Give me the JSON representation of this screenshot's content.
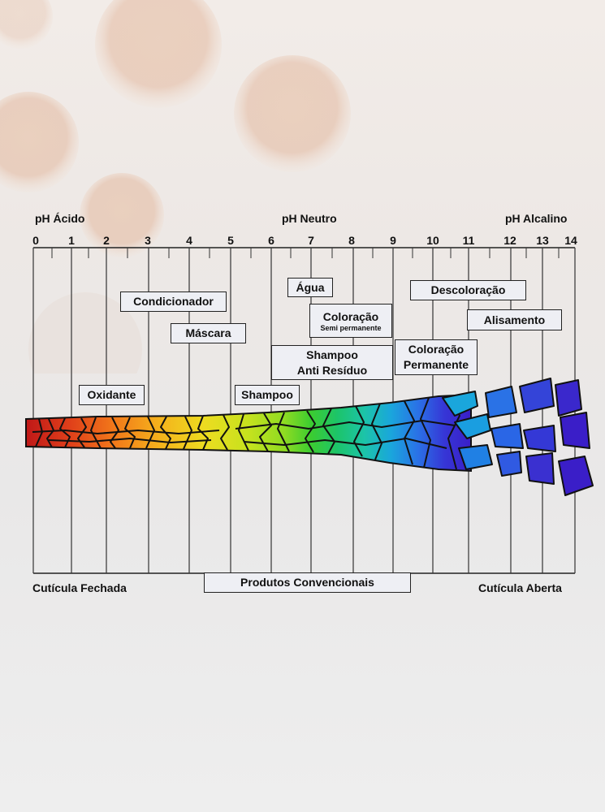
{
  "header": {
    "acid": "pH Ácido",
    "neutral": "pH Neutro",
    "alkaline": "pH Alcalino"
  },
  "scale": {
    "ticks": [
      "0",
      "1",
      "2",
      "3",
      "4",
      "5",
      "6",
      "7",
      "8",
      "9",
      "10",
      "11",
      "12",
      "13",
      "14"
    ],
    "gradient": [
      "#c01818",
      "#e0401a",
      "#f27a1a",
      "#f5b21c",
      "#eddc20",
      "#c6e21e",
      "#6fd626",
      "#20c83a",
      "#1cc490",
      "#1aaad8",
      "#2a72e6",
      "#3636d6",
      "#3a1ec8"
    ]
  },
  "products": {
    "condicionador": "Condicionador",
    "mascara": "Máscara",
    "oxidante": "Oxidante",
    "shampoo": "Shampoo",
    "agua": "Água",
    "coloracao_semi": "Coloração",
    "coloracao_semi_sub": "Semi permanente",
    "shampoo_anti_1": "Shampoo",
    "shampoo_anti_2": "Anti Resíduo",
    "coloracao_perm_1": "Coloração",
    "coloracao_perm_2": "Permanente",
    "descoloracao": "Descoloração",
    "alisamento": "Alisamento"
  },
  "footer": {
    "closed": "Cutícula Fechada",
    "conventional": "Produtos Convencionais",
    "open": "Cutícula Aberta"
  }
}
